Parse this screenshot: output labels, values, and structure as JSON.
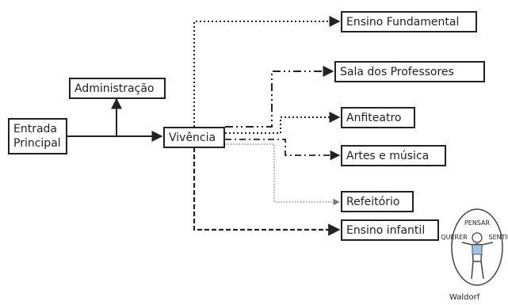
{
  "nodes": {
    "entrada": [
      "Entrada",
      "Principal"
    ],
    "administracao": "Administração",
    "vivencia": "Vivência",
    "ensino_fundamental": "Ensino  Fundamental",
    "sala_professores": "Sala dos Professores",
    "anfiteatro": "Anfiteatro",
    "artes_musica": "Artes e música",
    "refeitorio": "Refeitório",
    "ensino_infantil": "Ensino infantil"
  },
  "logo": {
    "top": "PENSAR",
    "left": "QUERER",
    "right": "SENTIR",
    "caption": "Waldorf"
  }
}
